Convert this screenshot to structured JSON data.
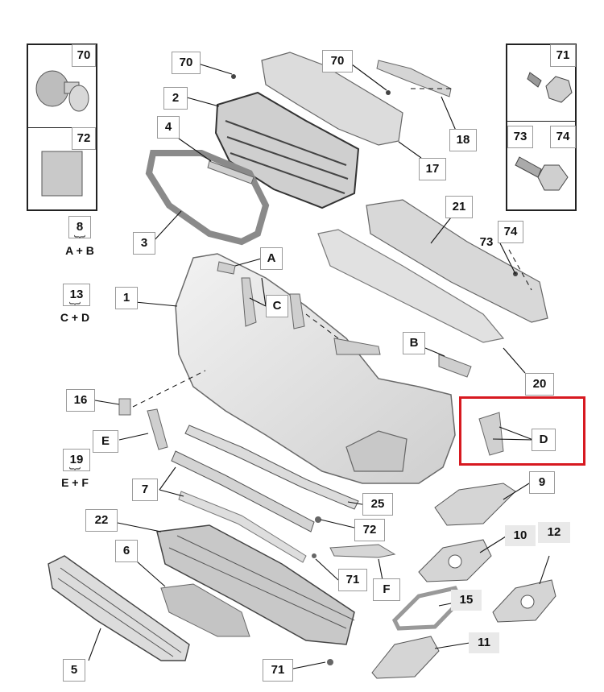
{
  "callouts": {
    "c1": "1",
    "c2": "2",
    "c3": "3",
    "c4": "4",
    "c5": "5",
    "c6": "6",
    "c7": "7",
    "c9": "9",
    "c10": "10",
    "c11": "11",
    "c12": "12",
    "c15": "15",
    "c16": "16",
    "c17": "17",
    "c18": "18",
    "c20": "20",
    "c21": "21",
    "c22": "22",
    "c25": "25",
    "c70a": "70",
    "c70b": "70",
    "c71": "71",
    "c71b": "71",
    "c72": "72",
    "c73": "73",
    "c74": "74",
    "A": "A",
    "B": "B",
    "C": "C",
    "D": "D",
    "E": "E",
    "F": "F"
  },
  "insets": {
    "left_top": "70",
    "left_bottom": "72",
    "right_top": "71",
    "right_bottom_a": "73",
    "right_bottom_b": "74"
  },
  "groups": {
    "g8": {
      "num": "8",
      "combo": "A + B"
    },
    "g13": {
      "num": "13",
      "combo": "C + D"
    },
    "g19": {
      "num": "19",
      "combo": "E + F"
    }
  },
  "colors": {
    "highlight": "#d71920",
    "part_fill": "#d9d9d9",
    "part_stroke": "#555555"
  }
}
